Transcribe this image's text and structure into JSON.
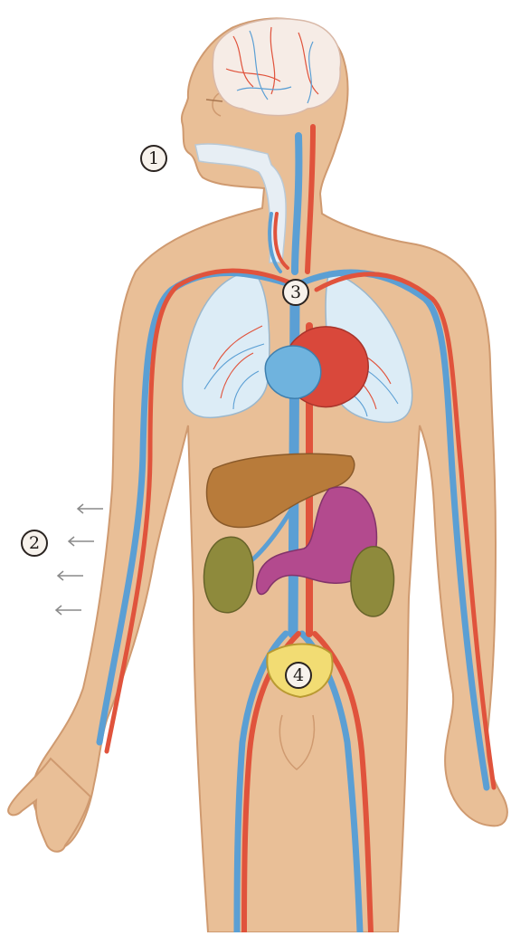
{
  "diagram": {
    "callouts": [
      {
        "id": "mouth",
        "label": "1"
      },
      {
        "id": "skin",
        "label": "2"
      },
      {
        "id": "heart",
        "label": "3"
      },
      {
        "id": "bladder",
        "label": "4"
      }
    ],
    "colors": {
      "skin": "#e9bf97",
      "skin_outline": "#cf9a70",
      "artery": "#e0533c",
      "vein": "#5b9fd4",
      "lung": "#dcecf6",
      "heart": "#d9483b",
      "liver": "#b87b3a",
      "stomach": "#b34a8e",
      "kidney": "#8e8a3c",
      "bladder": "#f2dc73",
      "brain": "#f6ece6"
    }
  }
}
